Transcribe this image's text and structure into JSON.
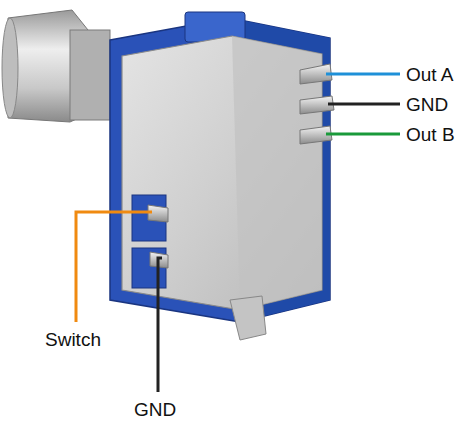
{
  "diagram": {
    "labels": [
      "Out A",
      "GND",
      "Out B",
      "Switch",
      "GND"
    ]
  }
}
